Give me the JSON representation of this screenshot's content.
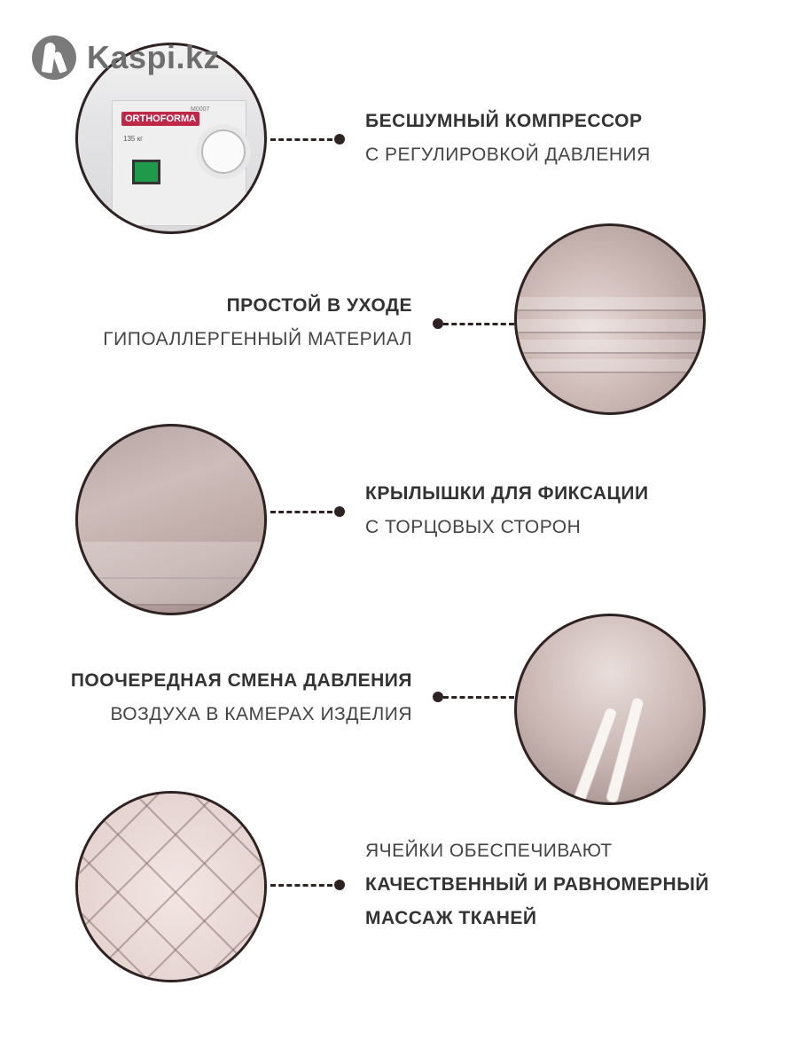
{
  "logo": {
    "text": "Kaspi.kz"
  },
  "compressor_photo": {
    "brand": "ORTHOFORMA",
    "model": "M0007",
    "weight": "135 кг"
  },
  "features": [
    {
      "line1": "БЕСШУМНЫЙ КОМПРЕССОР",
      "line2": "С РЕГУЛИРОВКОЙ ДАВЛЕНИЯ"
    },
    {
      "line1": "ПРОСТОЙ В УХОДЕ",
      "line2": "ГИПОАЛЛЕРГЕННЫЙ МАТЕРИАЛ"
    },
    {
      "line1": "КРЫЛЫШКИ ДЛЯ ФИКСАЦИИ",
      "line2": "С ТОРЦОВЫХ СТОРОН"
    },
    {
      "line1": "ПООЧЕРЕДНАЯ СМЕНА ДАВЛЕНИЯ",
      "line2": "ВОЗДУХА В КАМЕРАХ ИЗДЕЛИЯ"
    },
    {
      "line1": "ЯЧЕЙКИ ОБЕСПЕЧИВАЮТ",
      "line2": "КАЧЕСТВЕННЫЙ И РАВНОМЕРНЫЙ",
      "line3": "МАССАЖ ТКАНЕЙ"
    }
  ],
  "colors": {
    "accent": "#2e2222",
    "text": "#3a3a3a"
  }
}
